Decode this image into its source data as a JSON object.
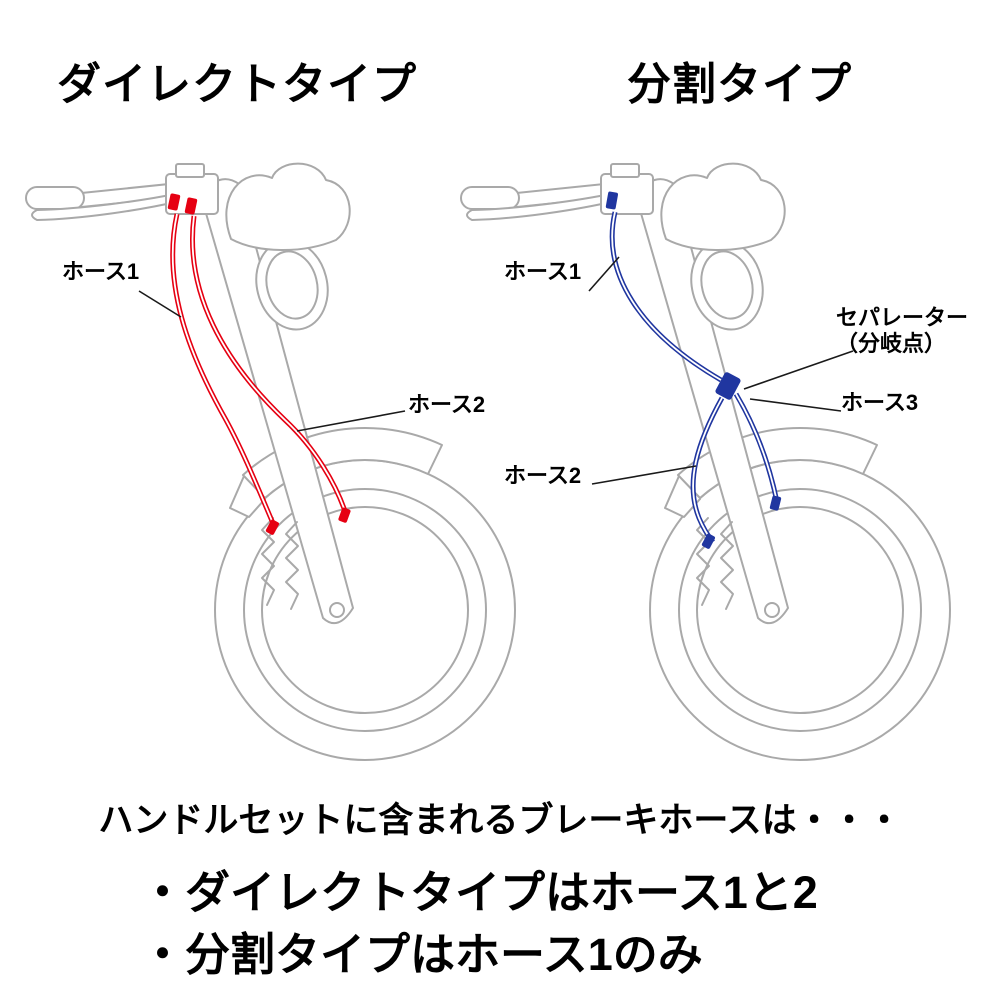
{
  "diagram": {
    "title_left": "ダイレクトタイプ",
    "title_right": "分割タイプ",
    "left": {
      "hose1": "ホース1",
      "hose2": "ホース2"
    },
    "right": {
      "hose1": "ホース1",
      "hose2": "ホース2",
      "hose3": "ホース3",
      "separator_l1": "セパレーター",
      "separator_l2": "（分岐点）"
    }
  },
  "footer": {
    "intro": "ハンドルセットに含まれるブレーキホースは・・・",
    "bullet1": "・ダイレクトタイプはホース1と2",
    "bullet2": "・分割タイプはホース1のみ"
  },
  "colors": {
    "outline": "#a9a9a9",
    "direct_hose": "#e60012",
    "split_hose": "#2036a0",
    "leader": "#1a1a1a",
    "text": "#000000"
  }
}
